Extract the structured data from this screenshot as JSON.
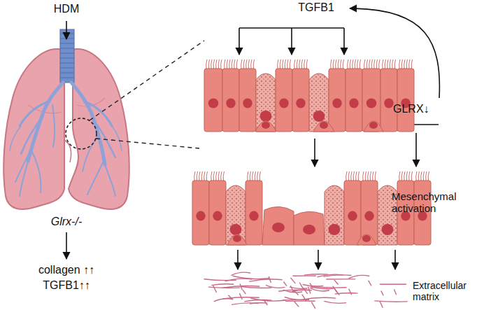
{
  "diagram": {
    "labels": [
      "HDM",
      "TGFB1",
      "GLRX↓",
      "Mesenchymal activation",
      "Glrx-/-",
      "collagen ↑↑",
      "TGFB1↑↑",
      "Extracellular matrix"
    ]
  }
}
